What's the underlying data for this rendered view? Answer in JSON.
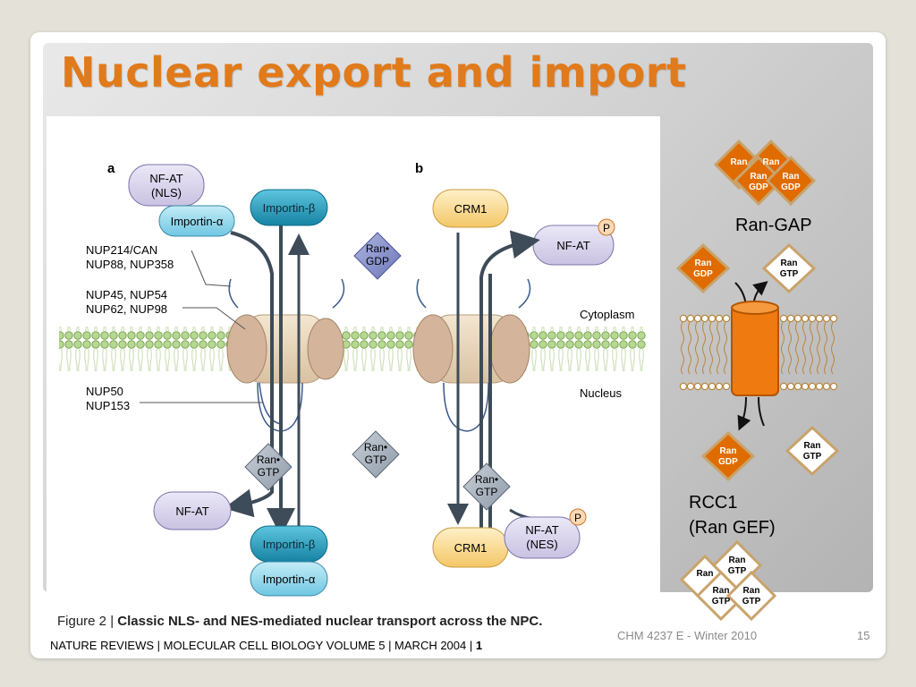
{
  "slide": {
    "title": "Nuclear export and import",
    "footer_course": "CHM 4237 E - Winter 2010",
    "page_number": "15"
  },
  "figure_a": {
    "panel_label": "a",
    "nfat_nls": [
      "NF-AT",
      "(NLS)"
    ],
    "importin_alpha": "Importin-α",
    "importin_beta": "Importin-β",
    "ran_gdp": [
      "Ran•",
      "GDP"
    ],
    "ran_gtp": [
      "Ran•",
      "GTP"
    ],
    "nfat": "NF-AT",
    "nup_labels": [
      "NUP214/CAN",
      "NUP88, NUP358",
      "NUP45, NUP54",
      "NUP62, NUP98",
      "NUP50",
      "NUP153"
    ]
  },
  "figure_b": {
    "panel_label": "b",
    "crm1": "CRM1",
    "nfat": "NF-AT",
    "nfat_nes": [
      "NF-AT",
      "(NES)"
    ],
    "phospho": "P",
    "ran_gtp": [
      "Ran•",
      "GTP"
    ],
    "cytoplasm": "Cytoplasm",
    "nucleus": "Nucleus"
  },
  "right_diagram": {
    "ran_gap_label": "Ran-GAP",
    "rcc1_label": [
      "RCC1",
      "(Ran GEF)"
    ],
    "ran_gdp": [
      "Ran",
      "GDP"
    ],
    "ran_gtp": [
      "Ran",
      "GTP"
    ]
  },
  "caption": {
    "prefix": "Figure 2 | ",
    "bold": "Classic NLS- and NES-mediated nuclear transport across the NPC."
  },
  "footer_ref": {
    "text": "NATURE REVIEWS | MOLECULAR CELL BIOLOGY VOLUME 5 | MARCH 2004 | ",
    "page": "1"
  },
  "colors": {
    "title": "#e07a1b",
    "ran_orange": "#e06c00",
    "ran_border": "#c9a36b",
    "importin_teal": "#1a95b5",
    "crm1_yellow": "#f8d27d",
    "nfat_lavender": "#d8d2ec",
    "membrane_green": "#9dc47a"
  }
}
